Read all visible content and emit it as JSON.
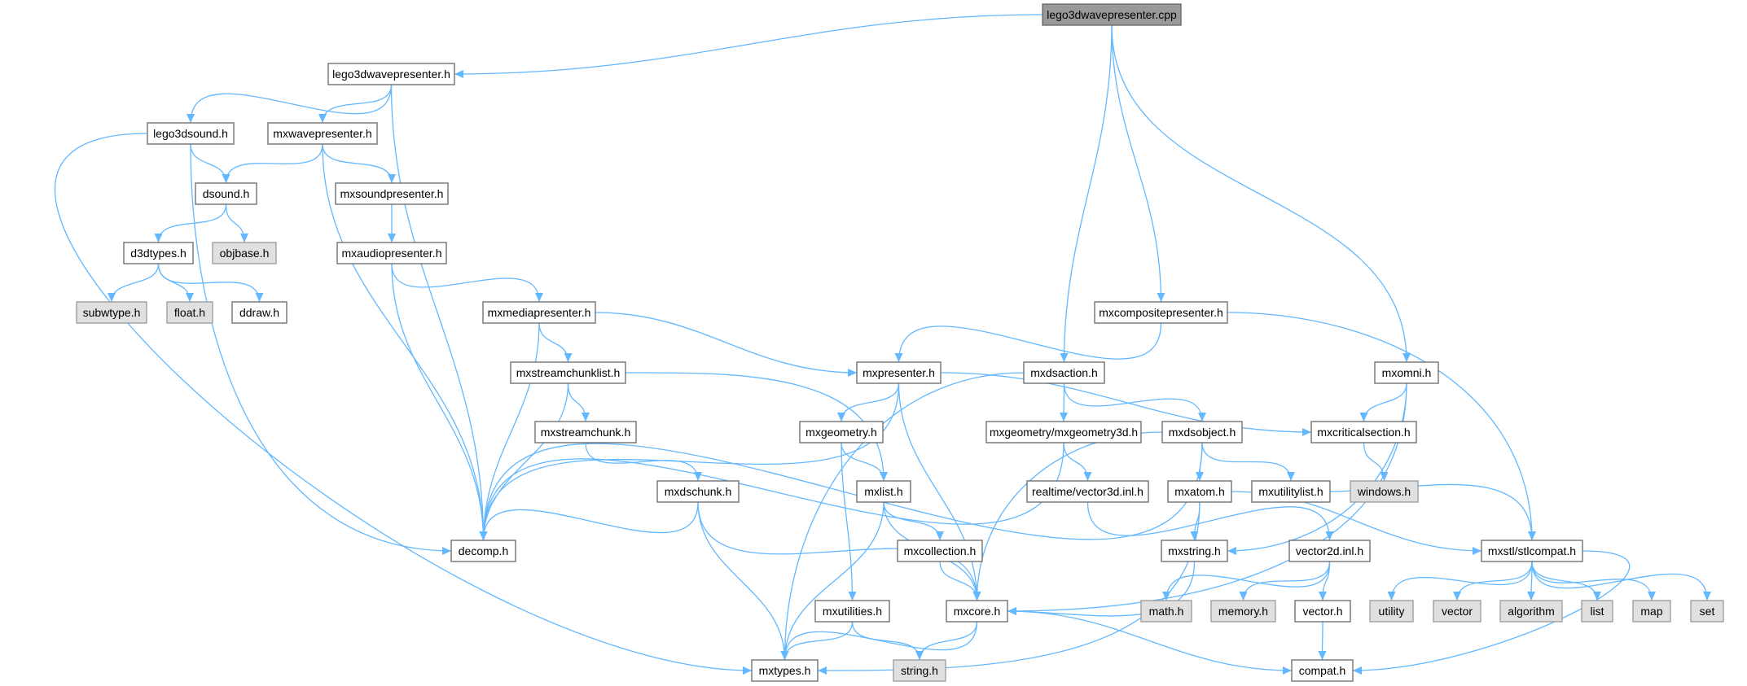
{
  "graph": {
    "type": "include-dependency-graph",
    "colors": {
      "edge": "#63b8ff",
      "border": "#666666",
      "root_fill": "#999999",
      "system_fill": "#e0e0e0",
      "system_border": "#999999",
      "node_fill": "#ffffff"
    },
    "nodes": [
      {
        "id": "cpp",
        "label": "lego3dwavepresenter.cpp",
        "kind": "root"
      },
      {
        "id": "l3wp",
        "label": "lego3dwavepresenter.h",
        "kind": "file"
      },
      {
        "id": "l3ds",
        "label": "lego3dsound.h",
        "kind": "file"
      },
      {
        "id": "mxwp",
        "label": "mxwavepresenter.h",
        "kind": "file"
      },
      {
        "id": "dsound",
        "label": "dsound.h",
        "kind": "file"
      },
      {
        "id": "mxsp",
        "label": "mxsoundpresenter.h",
        "kind": "file"
      },
      {
        "id": "d3d",
        "label": "d3dtypes.h",
        "kind": "file"
      },
      {
        "id": "objbase",
        "label": "objbase.h",
        "kind": "system"
      },
      {
        "id": "mxap",
        "label": "mxaudiopresenter.h",
        "kind": "file"
      },
      {
        "id": "subw",
        "label": "subwtype.h",
        "kind": "system"
      },
      {
        "id": "float",
        "label": "float.h",
        "kind": "system"
      },
      {
        "id": "ddraw",
        "label": "ddraw.h",
        "kind": "file"
      },
      {
        "id": "mxmp",
        "label": "mxmediapresenter.h",
        "kind": "file"
      },
      {
        "id": "mxcp",
        "label": "mxcompositepresenter.h",
        "kind": "file"
      },
      {
        "id": "mxpres",
        "label": "mxpresenter.h",
        "kind": "file"
      },
      {
        "id": "mxscl",
        "label": "mxstreamchunklist.h",
        "kind": "file"
      },
      {
        "id": "mxdsaction",
        "label": "mxdsaction.h",
        "kind": "file"
      },
      {
        "id": "mxomni",
        "label": "mxomni.h",
        "kind": "file"
      },
      {
        "id": "mxsc",
        "label": "mxstreamchunk.h",
        "kind": "file"
      },
      {
        "id": "mxgeom",
        "label": "mxgeometry.h",
        "kind": "file"
      },
      {
        "id": "mxgeom3d",
        "label": "mxgeometry/mxgeometry3d.h",
        "kind": "file"
      },
      {
        "id": "mxdsobject",
        "label": "mxdsobject.h",
        "kind": "file"
      },
      {
        "id": "mxcrit",
        "label": "mxcriticalsection.h",
        "kind": "file"
      },
      {
        "id": "mxdschunk",
        "label": "mxdschunk.h",
        "kind": "file"
      },
      {
        "id": "mxlist",
        "label": "mxlist.h",
        "kind": "file"
      },
      {
        "id": "vec3d",
        "label": "realtime/vector3d.inl.h",
        "kind": "file"
      },
      {
        "id": "mxatom",
        "label": "mxatom.h",
        "kind": "file"
      },
      {
        "id": "mxul",
        "label": "mxutilitylist.h",
        "kind": "file"
      },
      {
        "id": "windows",
        "label": "windows.h",
        "kind": "system"
      },
      {
        "id": "decomp",
        "label": "decomp.h",
        "kind": "file"
      },
      {
        "id": "mxcoll",
        "label": "mxcollection.h",
        "kind": "file"
      },
      {
        "id": "mxstring",
        "label": "mxstring.h",
        "kind": "file"
      },
      {
        "id": "vec2d",
        "label": "vector2d.inl.h",
        "kind": "file"
      },
      {
        "id": "stlcompat",
        "label": "mxstl/stlcompat.h",
        "kind": "file"
      },
      {
        "id": "mxutil",
        "label": "mxutilities.h",
        "kind": "file"
      },
      {
        "id": "mxcore",
        "label": "mxcore.h",
        "kind": "file"
      },
      {
        "id": "math",
        "label": "math.h",
        "kind": "system"
      },
      {
        "id": "memory",
        "label": "memory.h",
        "kind": "system"
      },
      {
        "id": "vectorh",
        "label": "vector.h",
        "kind": "file"
      },
      {
        "id": "utility",
        "label": "utility",
        "kind": "system"
      },
      {
        "id": "vector",
        "label": "vector",
        "kind": "system"
      },
      {
        "id": "algorithm",
        "label": "algorithm",
        "kind": "system"
      },
      {
        "id": "list",
        "label": "list",
        "kind": "system"
      },
      {
        "id": "map",
        "label": "map",
        "kind": "system"
      },
      {
        "id": "set",
        "label": "set",
        "kind": "system"
      },
      {
        "id": "mxtypes",
        "label": "mxtypes.h",
        "kind": "file"
      },
      {
        "id": "string",
        "label": "string.h",
        "kind": "system"
      },
      {
        "id": "compat",
        "label": "compat.h",
        "kind": "file"
      }
    ],
    "edges": [
      [
        "cpp",
        "l3wp"
      ],
      [
        "cpp",
        "mxdsaction"
      ],
      [
        "cpp",
        "mxcp"
      ],
      [
        "cpp",
        "mxomni"
      ],
      [
        "l3wp",
        "l3ds"
      ],
      [
        "l3wp",
        "mxwp"
      ],
      [
        "l3wp",
        "decomp"
      ],
      [
        "l3ds",
        "dsound"
      ],
      [
        "l3ds",
        "decomp"
      ],
      [
        "l3ds",
        "mxtypes"
      ],
      [
        "mxwp",
        "dsound"
      ],
      [
        "mxwp",
        "mxsp"
      ],
      [
        "mxwp",
        "decomp"
      ],
      [
        "dsound",
        "d3d"
      ],
      [
        "dsound",
        "objbase"
      ],
      [
        "d3d",
        "subw"
      ],
      [
        "d3d",
        "float"
      ],
      [
        "d3d",
        "ddraw"
      ],
      [
        "mxsp",
        "mxap"
      ],
      [
        "mxap",
        "mxmp"
      ],
      [
        "mxap",
        "decomp"
      ],
      [
        "mxmp",
        "mxscl"
      ],
      [
        "mxmp",
        "mxpres"
      ],
      [
        "mxmp",
        "decomp"
      ],
      [
        "mxcp",
        "mxpres"
      ],
      [
        "mxcp",
        "stlcompat"
      ],
      [
        "mxpres",
        "mxgeom"
      ],
      [
        "mxpres",
        "mxcrit"
      ],
      [
        "mxpres",
        "mxcore"
      ],
      [
        "mxpres",
        "decomp"
      ],
      [
        "mxscl",
        "mxsc"
      ],
      [
        "mxscl",
        "mxlist"
      ],
      [
        "mxscl",
        "decomp"
      ],
      [
        "mxsc",
        "mxdschunk"
      ],
      [
        "mxdsaction",
        "mxgeom3d"
      ],
      [
        "mxdsaction",
        "mxdsobject"
      ],
      [
        "mxdsaction",
        "mxtypes"
      ],
      [
        "mxomni",
        "mxcrit"
      ],
      [
        "mxomni",
        "mxstring"
      ],
      [
        "mxomni",
        "mxcore"
      ],
      [
        "mxgeom",
        "mxlist"
      ],
      [
        "mxgeom",
        "mxutil"
      ],
      [
        "mxgeom3d",
        "decomp"
      ],
      [
        "mxgeom3d",
        "vec3d"
      ],
      [
        "mxdsobject",
        "decomp"
      ],
      [
        "mxdsobject",
        "mxcore"
      ],
      [
        "mxdsobject",
        "mxatom"
      ],
      [
        "mxdsobject",
        "mxul"
      ],
      [
        "mxcrit",
        "windows"
      ],
      [
        "mxdschunk",
        "decomp"
      ],
      [
        "mxdschunk",
        "mxcore"
      ],
      [
        "mxdschunk",
        "mxtypes"
      ],
      [
        "mxlist",
        "mxcoll"
      ],
      [
        "mxlist",
        "mxcore"
      ],
      [
        "mxlist",
        "mxtypes"
      ],
      [
        "vec3d",
        "vec2d"
      ],
      [
        "mxatom",
        "mxstring"
      ],
      [
        "mxatom",
        "stlcompat"
      ],
      [
        "mxatom",
        "mxtypes"
      ],
      [
        "mxul",
        "stlcompat"
      ],
      [
        "mxcoll",
        "mxcore"
      ],
      [
        "mxstring",
        "mxcore"
      ],
      [
        "vec2d",
        "math"
      ],
      [
        "vec2d",
        "memory"
      ],
      [
        "vec2d",
        "vectorh"
      ],
      [
        "stlcompat",
        "utility"
      ],
      [
        "stlcompat",
        "vector"
      ],
      [
        "stlcompat",
        "algorithm"
      ],
      [
        "stlcompat",
        "list"
      ],
      [
        "stlcompat",
        "map"
      ],
      [
        "stlcompat",
        "set"
      ],
      [
        "stlcompat",
        "compat"
      ],
      [
        "mxutil",
        "mxtypes"
      ],
      [
        "mxutil",
        "string"
      ],
      [
        "mxcore",
        "mxtypes"
      ],
      [
        "mxcore",
        "string"
      ],
      [
        "mxcore",
        "compat"
      ],
      [
        "vectorh",
        "compat"
      ]
    ]
  }
}
